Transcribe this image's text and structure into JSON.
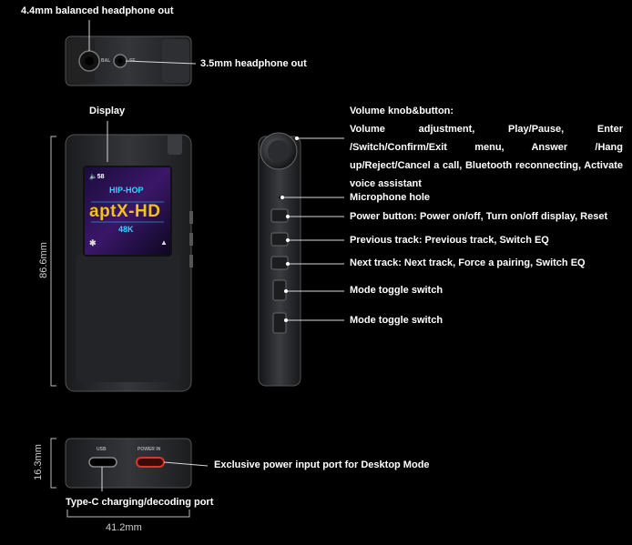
{
  "labels": {
    "balanced_out": "4.4mm balanced headphone out",
    "headphone_out": "3.5mm headphone out",
    "display": "Display",
    "volume_title": "Volume knob&button:",
    "volume_desc": "Volume adjustment, Play/Pause, Enter /Switch/Confirm/Exit menu, Answer /Hang up/Reject/Cancel a call, Bluetooth reconnecting, Activate voice assistant",
    "mic_hole": "Microphone hole",
    "power_button": "Power button: Power on/off, Turn on/off display, Reset",
    "prev_track": "Previous track: Previous track, Switch EQ",
    "next_track": "Next track: Next track, Force a pairing, Switch EQ",
    "mode_toggle_1": "Mode toggle switch",
    "mode_toggle_2": "Mode toggle switch",
    "power_input": "Exclusive power input port for Desktop Mode",
    "type_c": "Type-C charging/decoding port"
  },
  "dimensions": {
    "height": "86.6mm",
    "thickness": "16.3mm",
    "width": "41.2mm"
  },
  "screen": {
    "volume": "58",
    "genre": "HIP-HOP",
    "codec": "aptX-HD",
    "rate": "48K"
  },
  "port_labels": {
    "usb": "USB",
    "power_in": "POWER IN",
    "bal": "BAL",
    "se": "SE"
  },
  "colors": {
    "background": "#000000",
    "device_body": "#2a2b2e",
    "codec_text": "#f2c21a",
    "genre_text": "#2fd6ff",
    "accent_red": "#d8362a"
  }
}
